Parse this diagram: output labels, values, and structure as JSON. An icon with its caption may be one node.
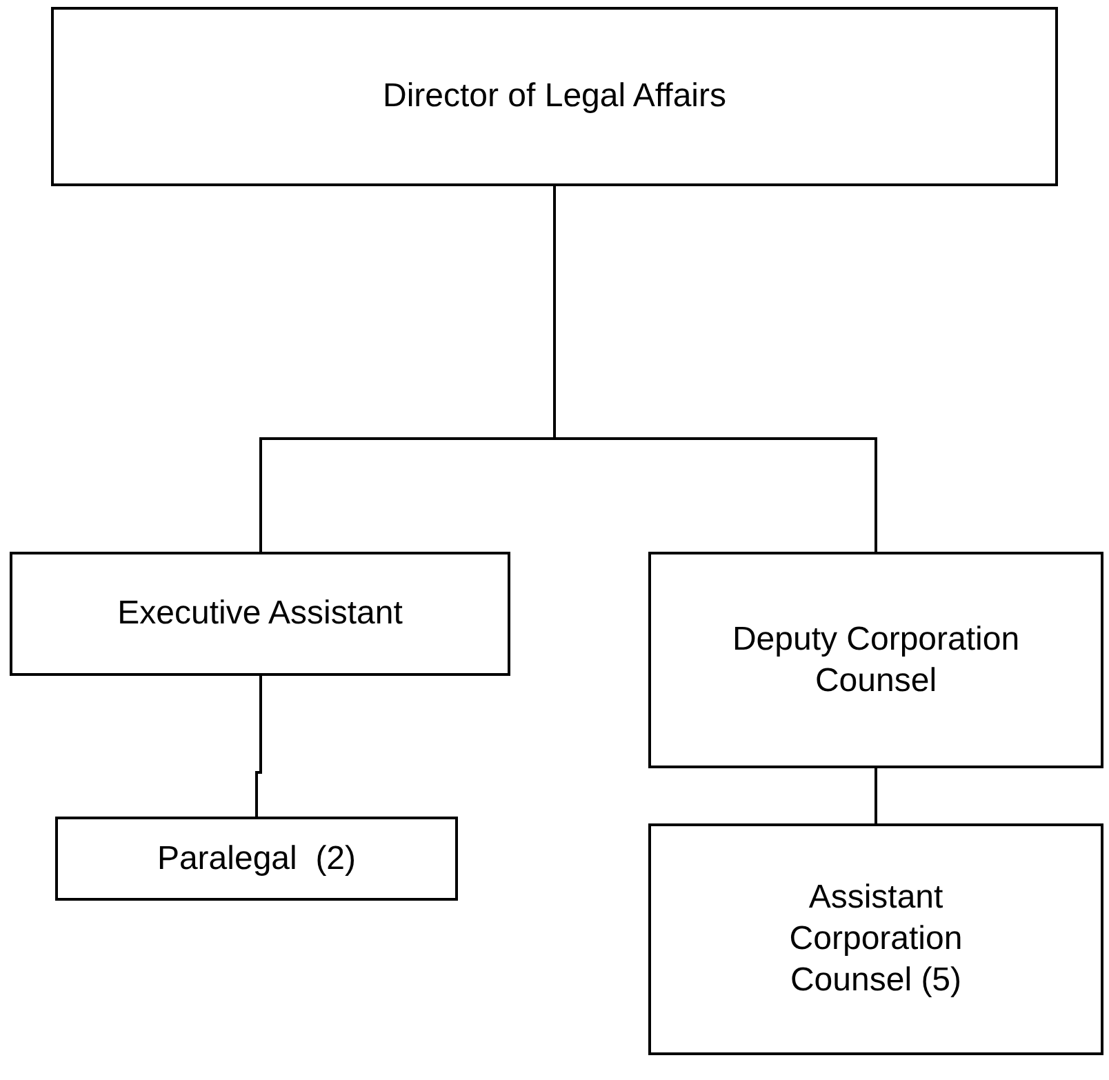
{
  "diagram": {
    "nodes": [
      {
        "text": [
          "Director of Legal Affairs"
        ]
      },
      {
        "text": [
          "Executive Assistant"
        ]
      },
      {
        "text": [
          "Deputy Corporation Counsel"
        ]
      },
      {
        "text": [
          "Paralegal  (2)"
        ]
      },
      {
        "text": [
          "Assistant Corporation Counsel (5)"
        ]
      }
    ],
    "edges": [
      {
        "from": 0,
        "to": 1,
        "arrow": "none"
      },
      {
        "from": 0,
        "to": 2,
        "arrow": "none"
      },
      {
        "from": 1,
        "to": 3,
        "arrow": "none"
      },
      {
        "from": 2,
        "to": 4,
        "arrow": "none"
      }
    ]
  }
}
